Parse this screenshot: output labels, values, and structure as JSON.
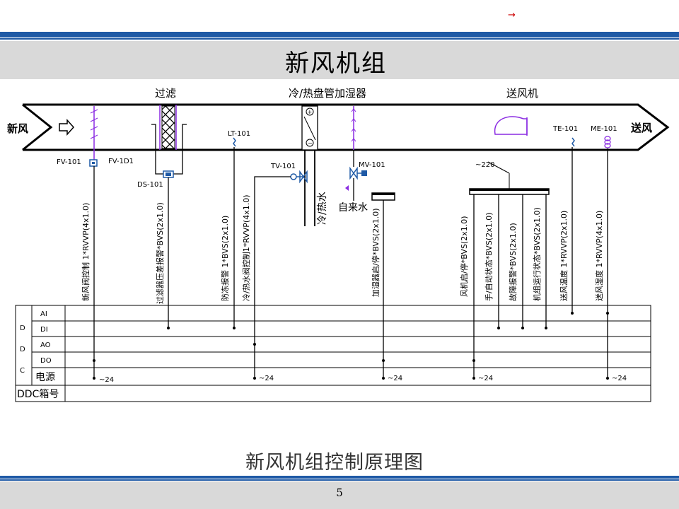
{
  "slide": {
    "title": "新风机组",
    "caption": "新风机组控制原理图",
    "page_number": "5",
    "nav_arrow": "→"
  },
  "diagram": {
    "duct": {
      "inlet": "新风",
      "outlet": "送风"
    },
    "sections": {
      "filter": "过滤",
      "coil_humidifier": "冷/热盘管加湿器",
      "fan": "送风机"
    },
    "tags": {
      "fv101": "FV-101",
      "fv1d1": "FV-1D1",
      "ds101": "DS-101",
      "lt101": "LT-101",
      "tv101": "TV-101",
      "mv101": "MV-101",
      "te101": "TE-101",
      "me101": "ME-101",
      "n220": "~220"
    },
    "pipes": {
      "chw": "冷/热水",
      "tap": "自来水"
    },
    "cables": [
      "新风阀控制 1*RVVP(4x1.0)",
      "过滤器压差报警*BVS(2x1.0)",
      "防冻报警 1*BVS(2x1.0)",
      "冷/热水阀控制1*RVVP(4x1.0)",
      "加湿器启/停*BVS(2x1.0)",
      "风机启/停*BVS(2x1.0)",
      "手/自动状态*BVS(2x1.0)",
      "故障报警*BVS(2x1.0)",
      "机组运行状态*BVS(2x1.0)",
      "送风温度 1*RVVP(2x1.0)",
      "送风湿度 1*RVVP(4x1.0)"
    ],
    "ddc": {
      "side_label": [
        "D",
        "D",
        "C"
      ],
      "rows": [
        "AI",
        "DI",
        "AO",
        "DO"
      ],
      "power": "电源",
      "box_no": "DDC箱号",
      "power_marks": [
        "~24",
        "~24",
        "~24",
        "~24",
        "~24"
      ]
    }
  }
}
